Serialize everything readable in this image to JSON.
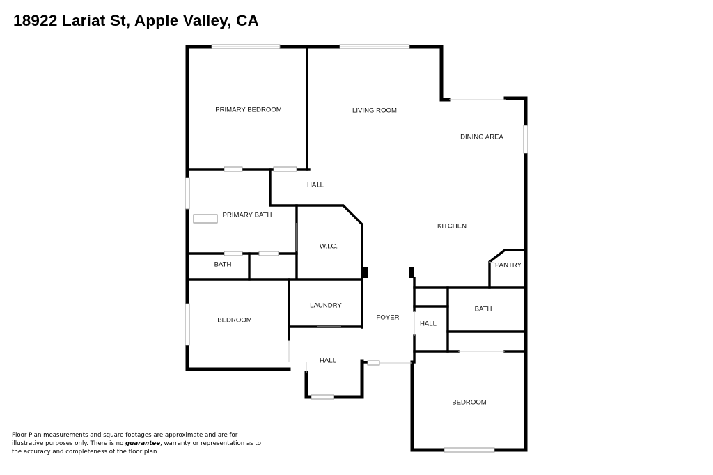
{
  "title": "18922 Lariat St, Apple Valley, CA",
  "disclaimer": {
    "part1": "Floor Plan measurements and square footages are approximate and are for illustrative purposes only. There is no ",
    "emphasis": "guarantee",
    "part2": ", warranty or representation as to the accuracy and completeness of the floor plan"
  },
  "rooms": {
    "primary_bedroom": "PRIMARY BEDROOM",
    "living_room": "LIVING ROOM",
    "dining_area": "DINING AREA",
    "hall_upper": "HALL",
    "primary_bath": "PRIMARY BATH",
    "kitchen": "KITCHEN",
    "wic": "W.I.C.",
    "bath_left": "BATH",
    "pantry": "PANTRY",
    "laundry": "LAUNDRY",
    "bedroom_left": "BEDROOM",
    "foyer": "FOYER",
    "hall_right": "HALL",
    "bath_right": "BATH",
    "hall_lower": "HALL",
    "bedroom_right": "BEDROOM"
  }
}
